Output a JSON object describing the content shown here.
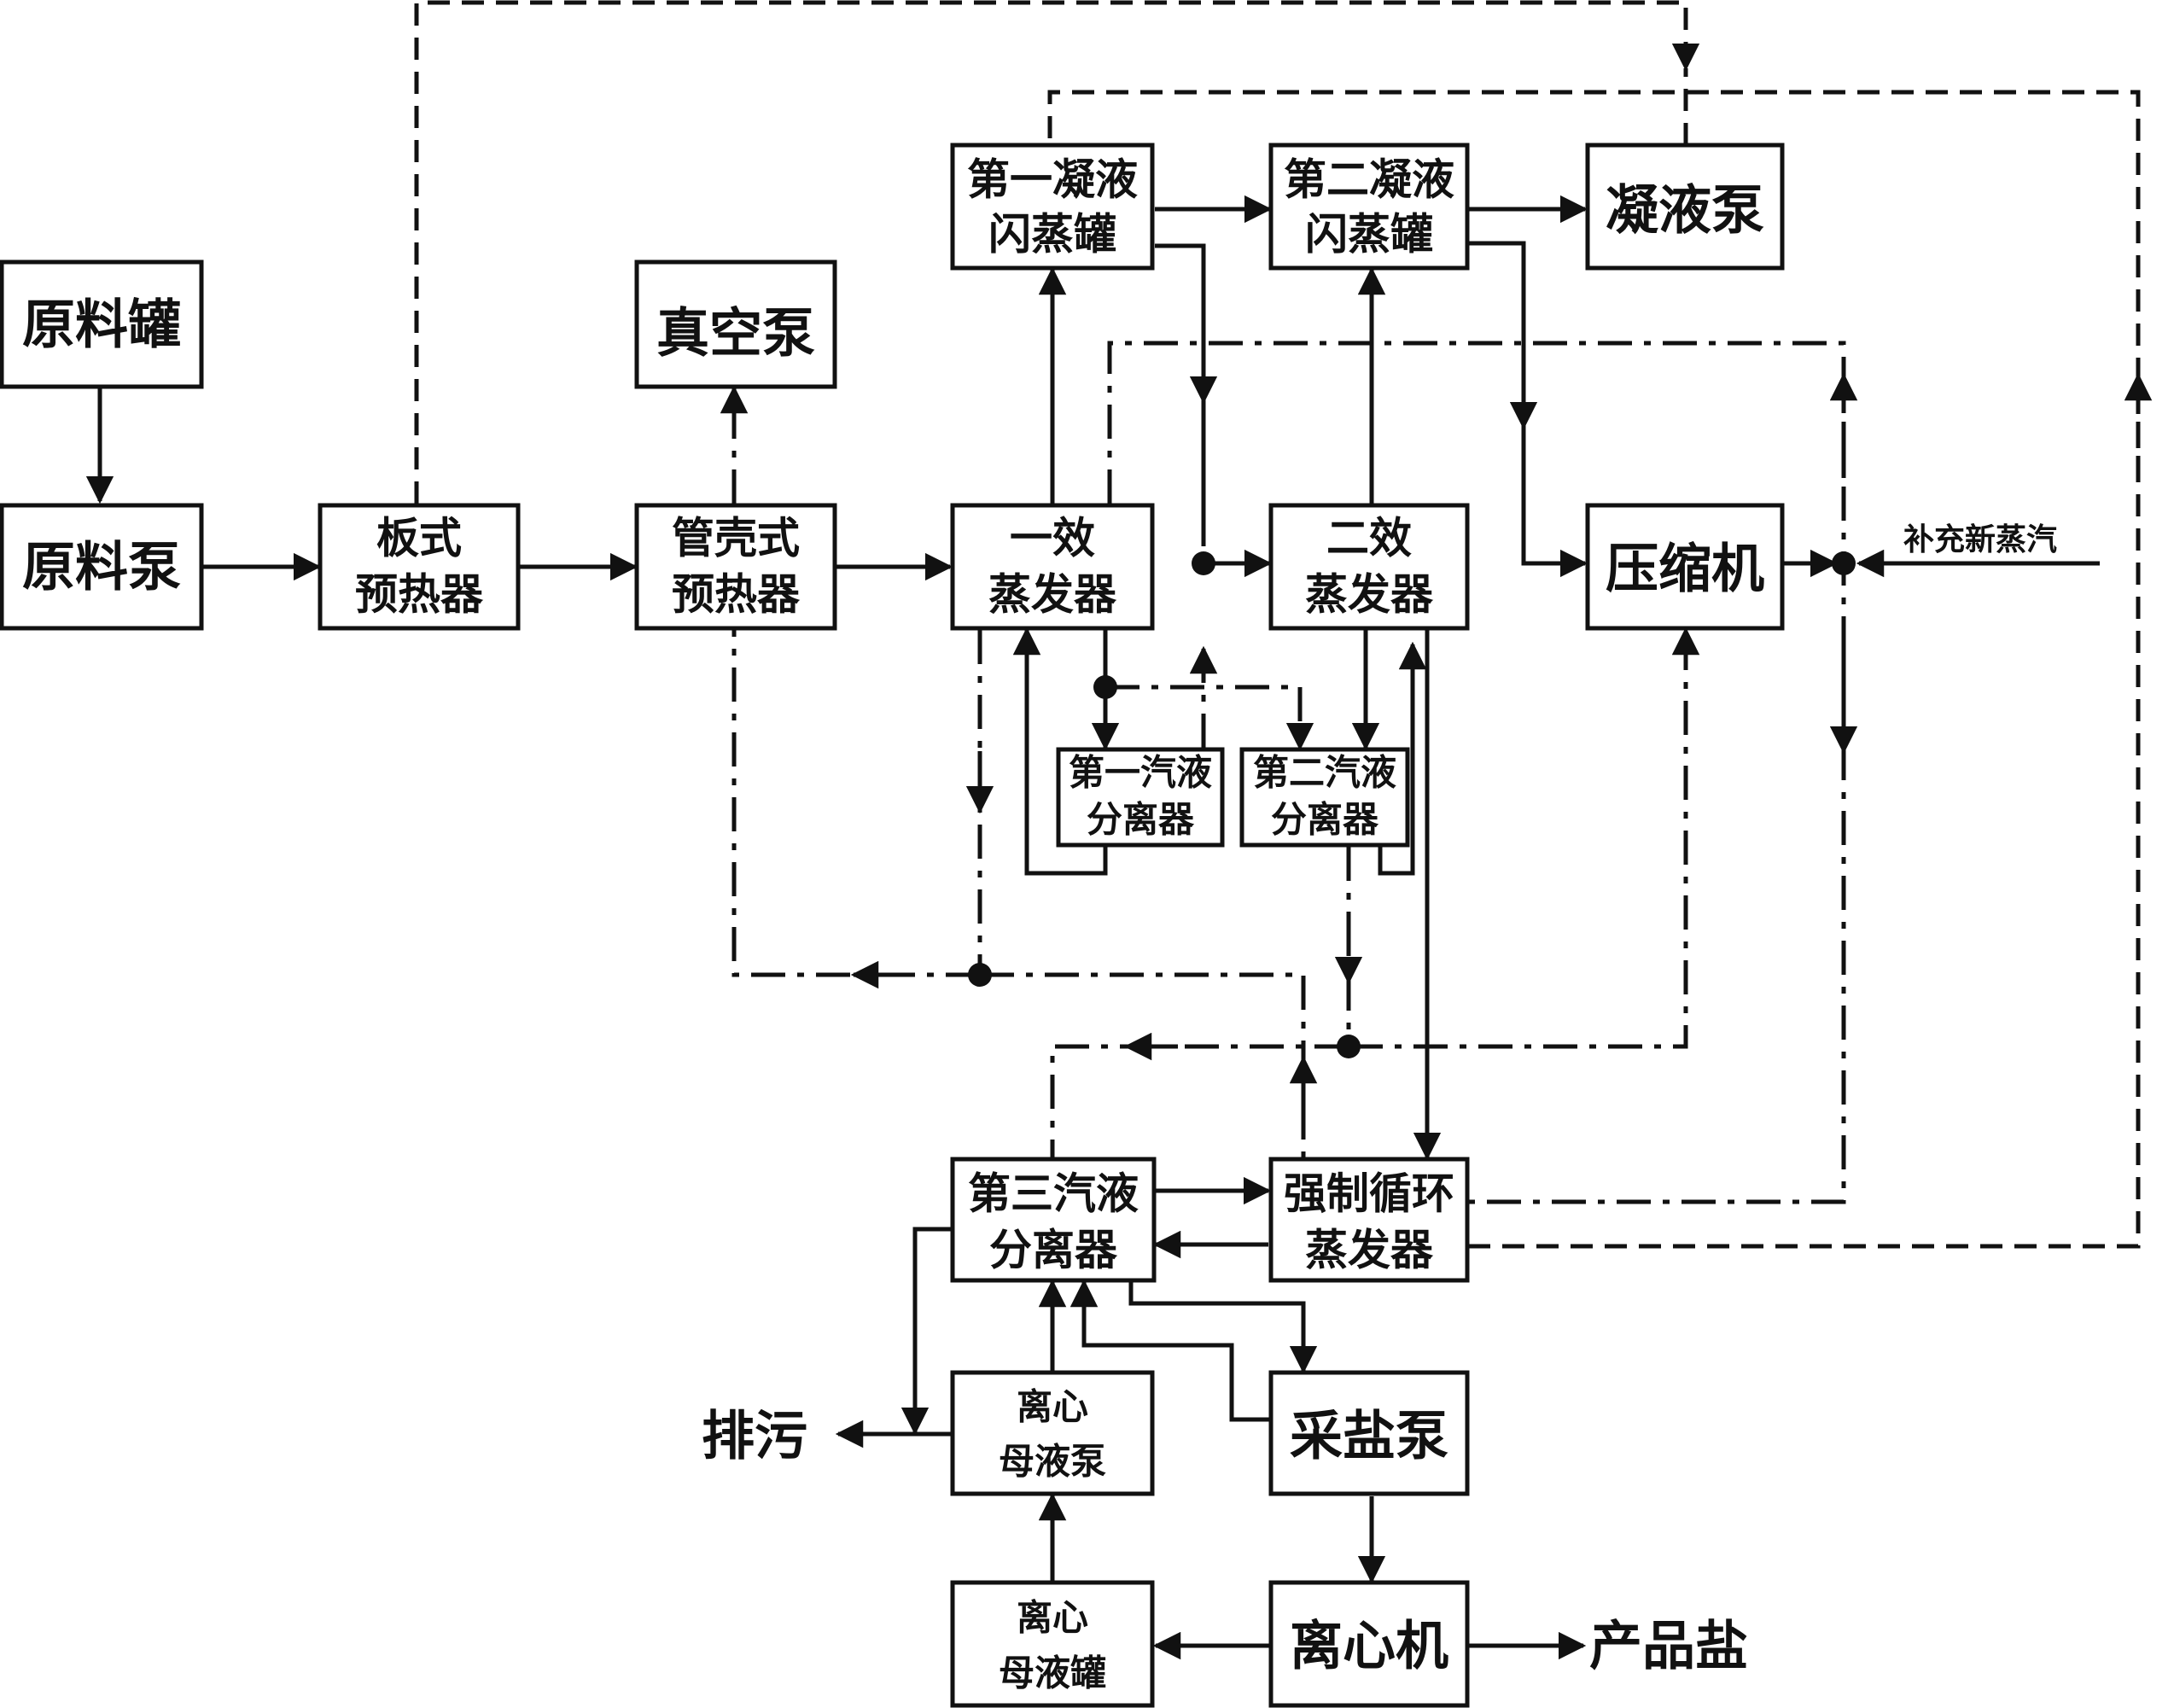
{
  "nodes": {
    "raw_tank": [
      "原料罐"
    ],
    "raw_pump": [
      "原料泵"
    ],
    "plate_preheater": [
      "板式",
      "预热器"
    ],
    "shell_preheater": [
      "管壳式",
      "预热器"
    ],
    "vacuum_pump": [
      "真空泵"
    ],
    "first_effect": [
      "一效",
      "蒸发器"
    ],
    "second_effect": [
      "二效",
      "蒸发器"
    ],
    "compressor": [
      "压缩机"
    ],
    "first_flash": [
      "第一凝液",
      "闪蒸罐"
    ],
    "second_flash": [
      "第二凝液",
      "闪蒸罐"
    ],
    "condensate_pump": [
      "凝液泵"
    ],
    "first_separator": [
      "第一汽液",
      "分离器"
    ],
    "second_separator": [
      "第二汽液",
      "分离器"
    ],
    "third_separator": [
      "第三汽液",
      "分离器"
    ],
    "forced_evaporator": [
      "强制循环",
      "蒸发器"
    ],
    "mother_pump": [
      "离心",
      "母液泵"
    ],
    "salt_pump": [
      "采盐泵"
    ],
    "mother_tank": [
      "离心",
      "母液罐"
    ],
    "centrifuge": [
      "离心机"
    ]
  },
  "labels": {
    "fresh_steam": "补充新蒸汽",
    "blowdown": "排污",
    "product_salt": "产品盐"
  }
}
